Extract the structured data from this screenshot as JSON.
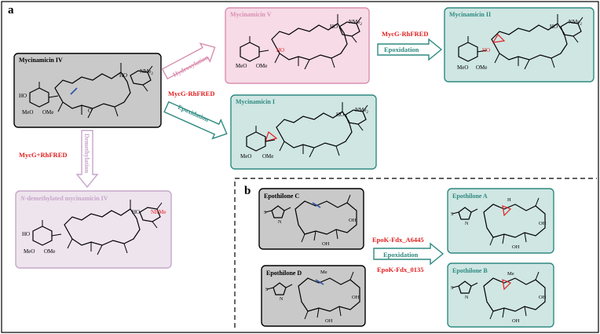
{
  "panels": {
    "a": {
      "letter": "a"
    },
    "b": {
      "letter": "b"
    }
  },
  "compounds": {
    "myc4": "Mycinamicin IV",
    "myc5": "Mycinamicin V",
    "myc2": "Mycinamicin II",
    "myc1": "Mycinamicin I",
    "ndemethyl": {
      "prefix": "N",
      "rest": "-demethylated mycinamicin IV"
    },
    "epoC": "Epothilone C",
    "epoD": "Epothilone D",
    "epoA": "Epothilone A",
    "epoB": "Epothilone B"
  },
  "reactions": {
    "hydroxylation": "Hydroxylation",
    "epoxidation": "Epoxidation",
    "demethylation": "Demethylation"
  },
  "enzymes": {
    "mycg_rhfred": "MycG-RhFRED",
    "mycg_plus": "MycG+RhFRED",
    "epok_a6445": "EpoK-Fdx_A6445",
    "epok_0135": "EpoK-Fdx_0135"
  },
  "atom_labels": {
    "ho": "HO",
    "meo": "MeO",
    "ome": "OMe",
    "o": "O",
    "nme2": "NMe",
    "nme2_sub": "2",
    "nhme": "NHMe",
    "oh": "OH",
    "h": "H",
    "me": "Me",
    "s": "S",
    "n": "N"
  },
  "colors": {
    "gray_fill": "#c9c9c9",
    "pink_fill": "#f7dbe6",
    "pink_stroke": "#d98fb0",
    "teal_fill": "#cfe6e3",
    "teal_stroke": "#2e8a80",
    "lilac_fill": "#eee4ee",
    "lilac_stroke": "#c6a6c9",
    "red": "#e02020",
    "blue": "#2a4fa8"
  }
}
